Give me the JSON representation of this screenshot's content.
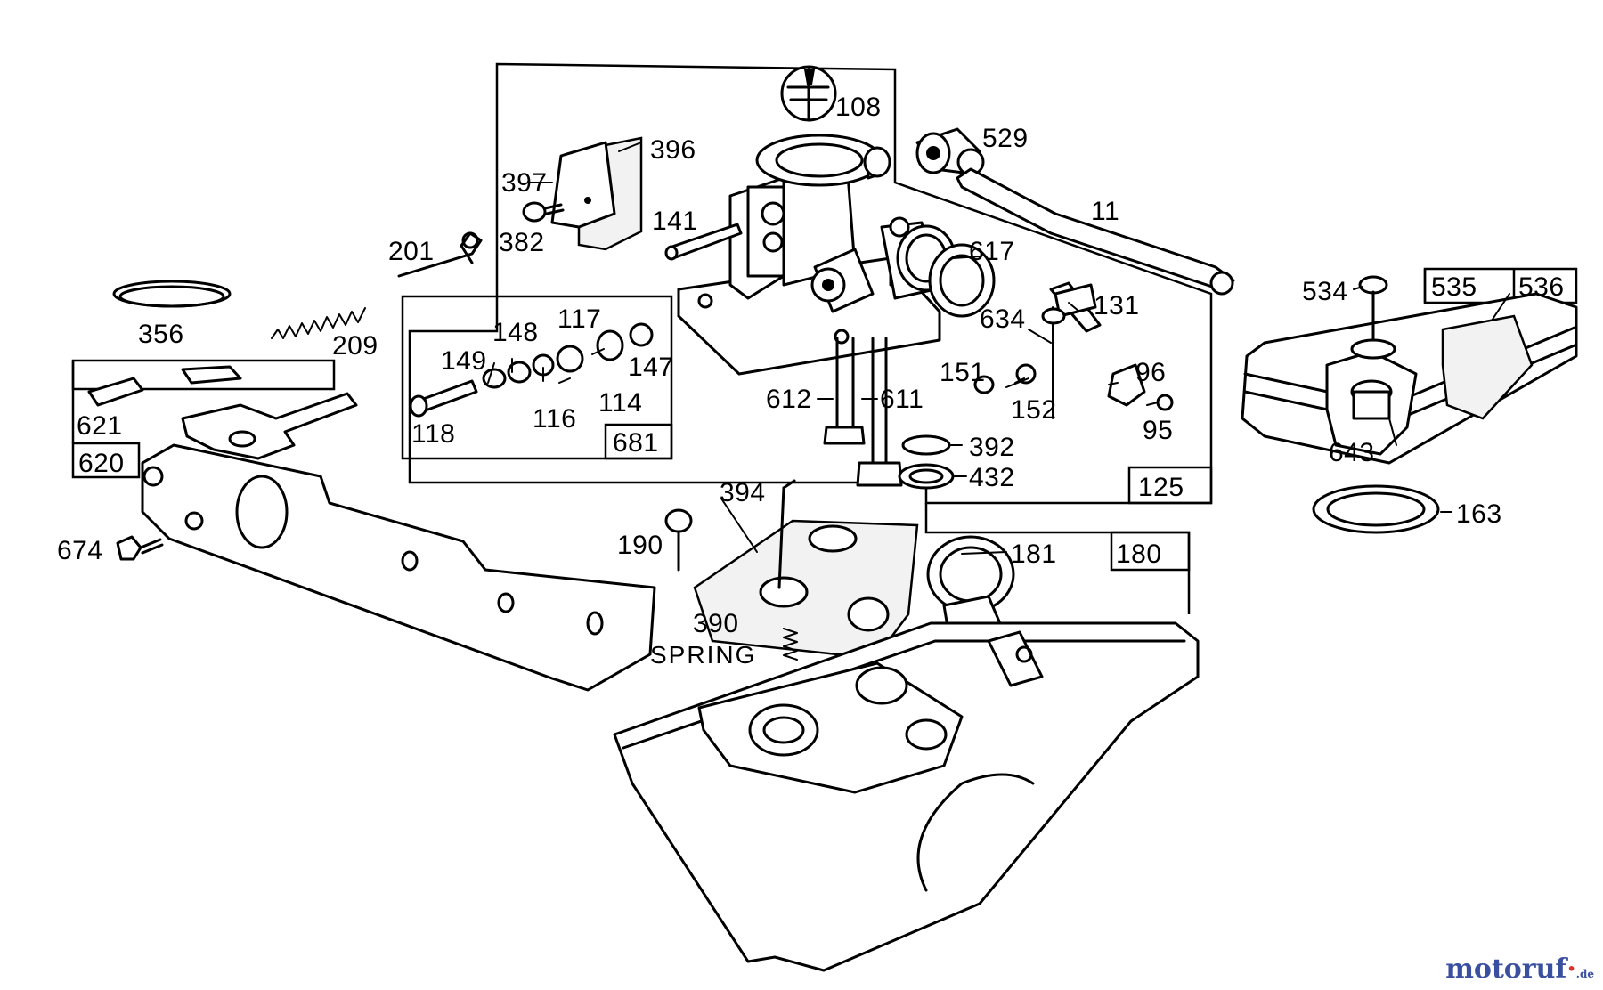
{
  "diagram": {
    "part_labels": {
      "p108": "108",
      "p396": "396",
      "p397": "397",
      "p529": "529",
      "p382": "382",
      "p141": "141",
      "p11": "11",
      "p201": "201",
      "p617": "617",
      "p534": "534",
      "p535": "535",
      "p536": "536",
      "p356": "356",
      "p209": "209",
      "p634": "634",
      "p131": "131",
      "p117": "117",
      "p148": "148",
      "p149": "149",
      "p147": "147",
      "p114": "114",
      "p116": "116",
      "p118": "118",
      "p681": "681",
      "p621": "621",
      "p620": "620",
      "p612": "612",
      "p611": "611",
      "p151": "151",
      "p152": "152",
      "p96": "96",
      "p95": "95",
      "p392": "392",
      "p432": "432",
      "p643": "643",
      "p125": "125",
      "p394": "394",
      "p163": "163",
      "p190": "190",
      "p181": "181",
      "p180": "180",
      "p674": "674",
      "p390": "390"
    },
    "spring_label": "SPRING"
  },
  "watermark": {
    "brand_main": "motoruf",
    "brand_accent": "·",
    "brand_tld": ".de",
    "color_main": "#3a4fa0",
    "color_accent": "#d8342b"
  }
}
